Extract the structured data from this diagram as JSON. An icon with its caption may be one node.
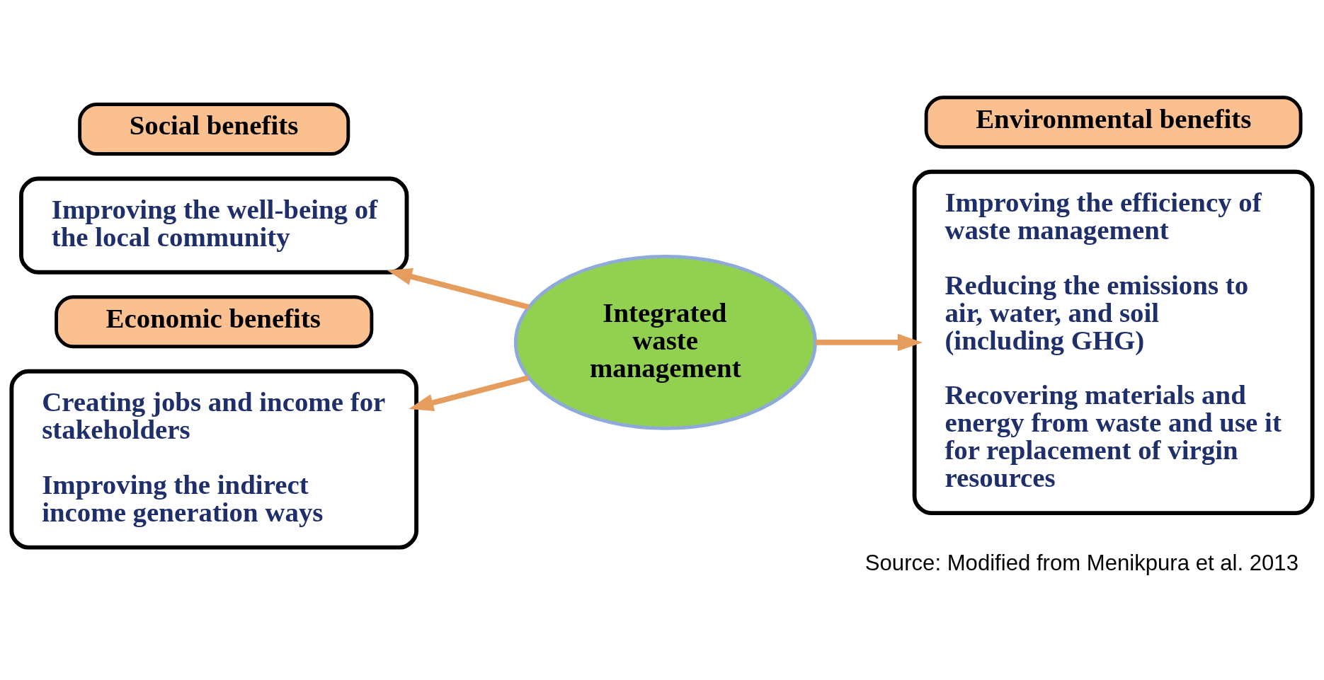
{
  "diagram": {
    "caption": "Source: Modified from Menikpura et al. 2013",
    "nodes": [
      {
        "text": [
          "Social benefits"
        ]
      },
      {
        "text": [
          "Improving the well-being of the local community"
        ]
      },
      {
        "text": [
          "Environmental benefits"
        ]
      },
      {
        "text": [
          "Improving the efficiency of waste management",
          "Reducing the emissions to air, water, and soil (including GHG)",
          "Recovering materials and energy from waste and use it for replacement of virgin resources"
        ]
      },
      {
        "text": [
          "Integrated waste management"
        ]
      },
      {
        "text": [
          "Economic benefits"
        ]
      },
      {
        "text": [
          "Creating jobs and income for stakeholders",
          "Improving the indirect income generation ways"
        ]
      }
    ],
    "edges": [
      {
        "from": 4,
        "to": 1,
        "arrow": "to"
      },
      {
        "from": 4,
        "to": 3,
        "arrow": "to"
      },
      {
        "from": 4,
        "to": 6,
        "arrow": "to"
      }
    ]
  }
}
